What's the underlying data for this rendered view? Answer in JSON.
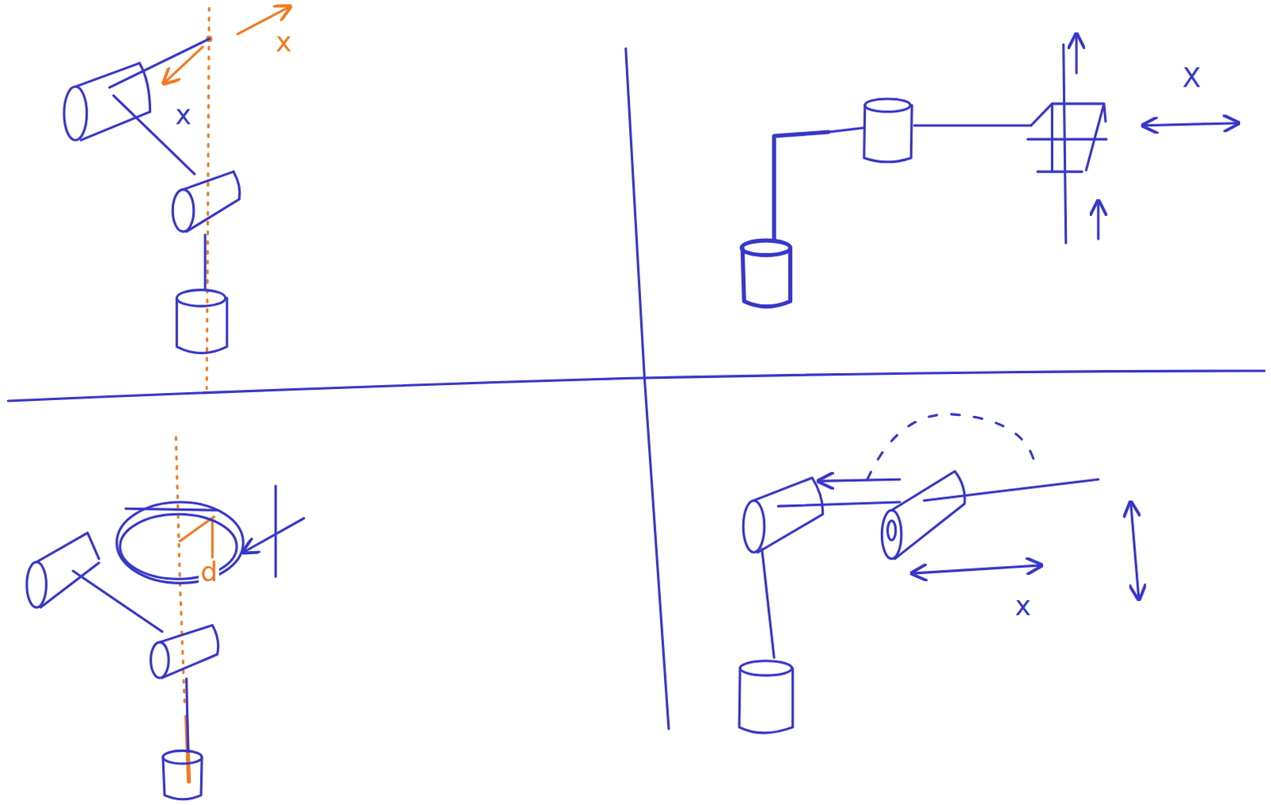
{
  "diagram": {
    "labels": [
      "x",
      "x",
      "X",
      "d",
      "x"
    ]
  }
}
